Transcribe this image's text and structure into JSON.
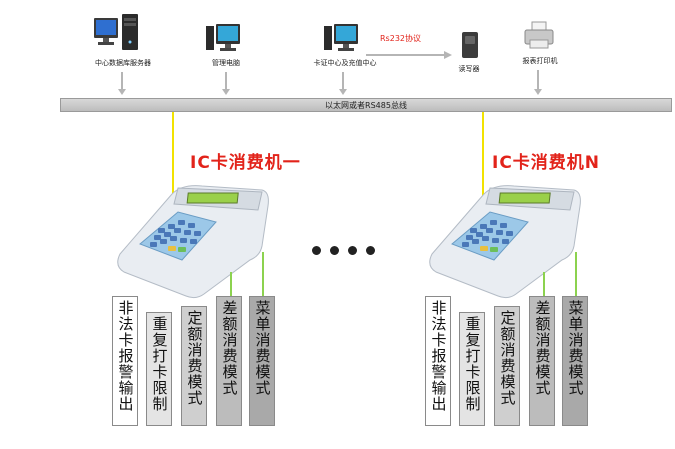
{
  "nodes": {
    "server": "中心数据库服务器",
    "admin_pc": "管理电脑",
    "card_center": "卡证中心及充值中心",
    "reader": "读写器",
    "printer": "报表打印机"
  },
  "protocol_label": "Rs232协议",
  "bus_label": "以太网或者RS485总线",
  "machines": [
    {
      "title": "IC卡消费机一",
      "features": [
        "非法卡报警输出",
        "重复打卡限制",
        "定额消费模式",
        "差额消费模式",
        "菜单消费模式"
      ]
    },
    {
      "title": "IC卡消费机N",
      "features": [
        "非法卡报警输出",
        "重复打卡限制",
        "定额消费模式",
        "差额消费模式",
        "菜单消费模式"
      ]
    }
  ],
  "colors": {
    "title_red": "#e2231a",
    "protocol_red": "#e2231a",
    "bus_connector_yellow": "#f2e200",
    "feature_connector_green": "#8cd24f",
    "feature_box_fills": [
      "#ffffff",
      "#e4e4e4",
      "#cfcfcf",
      "#bcbcbc",
      "#a9a9a9"
    ]
  },
  "ellipsis_dots": 4,
  "icons": [
    "server-tower-icon",
    "desktop-pc-icon",
    "desktop-pc-icon",
    "card-reader-icon",
    "printer-icon",
    "pos-terminal-icon"
  ]
}
